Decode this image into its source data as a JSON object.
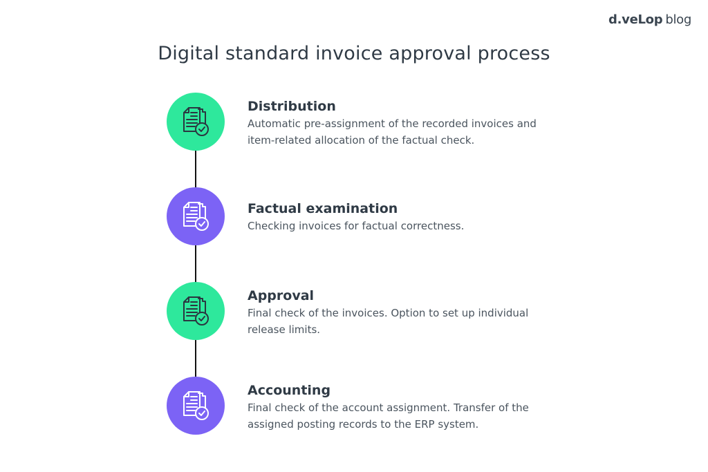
{
  "brand": {
    "name": "d.veLop",
    "suffix": "blog"
  },
  "title": "Digital standard invoice approval process",
  "colors": {
    "green": "#2ee89c",
    "purple": "#7c63f5",
    "line": "#111111",
    "text": "#2f3a45"
  },
  "steps": [
    {
      "title": "Distribution",
      "description": "Automatic pre-assignment of the recorded invoices and item-related allocation of the factual check.",
      "color": "green",
      "icon": "document-check-icon"
    },
    {
      "title": "Factual examination",
      "description": "Checking invoices for factual correctness.",
      "color": "purple",
      "icon": "document-check-icon"
    },
    {
      "title": "Approval",
      "description": "Final check of the invoices. Option to set up individual release limits.",
      "color": "green",
      "icon": "document-check-icon"
    },
    {
      "title": "Accounting",
      "description": "Final check of the account assignment. Transfer of the assigned posting records to the ERP system.",
      "color": "purple",
      "icon": "document-check-icon"
    }
  ]
}
